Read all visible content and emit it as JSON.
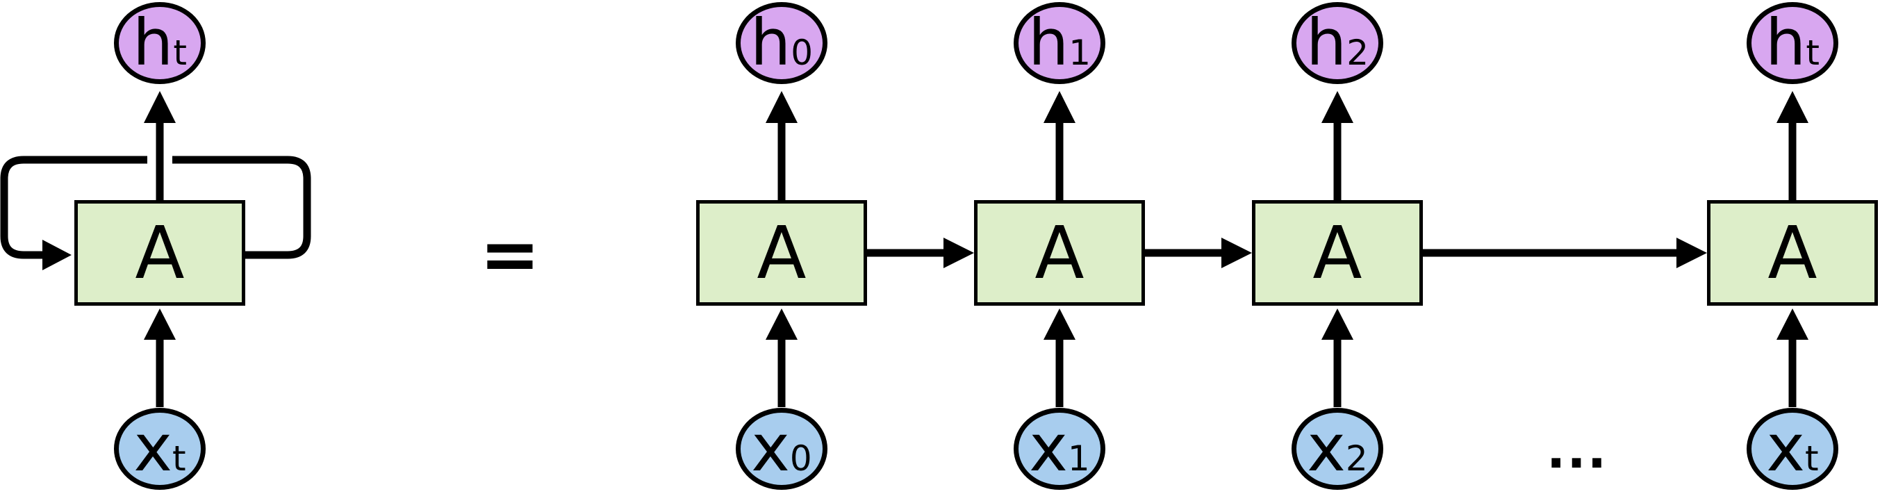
{
  "colors": {
    "h-fill": "#d8a7f0",
    "x-fill": "#a8cdee",
    "a-fill": "#ddeec9",
    "stroke-color": "#000000"
  },
  "equals": "=",
  "ellipsis": "...",
  "folded": {
    "top": {
      "main": "h",
      "sub": "t"
    },
    "box": "A",
    "bottom": {
      "main": "x",
      "sub": "t"
    }
  },
  "units": [
    {
      "top": {
        "main": "h",
        "sub": "0"
      },
      "box": "A",
      "bottom": {
        "main": "x",
        "sub": "0"
      }
    },
    {
      "top": {
        "main": "h",
        "sub": "1"
      },
      "box": "A",
      "bottom": {
        "main": "x",
        "sub": "1"
      }
    },
    {
      "top": {
        "main": "h",
        "sub": "2"
      },
      "box": "A",
      "bottom": {
        "main": "x",
        "sub": "2"
      }
    },
    {
      "top": {
        "main": "h",
        "sub": "t"
      },
      "box": "A",
      "bottom": {
        "main": "x",
        "sub": "t"
      }
    }
  ]
}
